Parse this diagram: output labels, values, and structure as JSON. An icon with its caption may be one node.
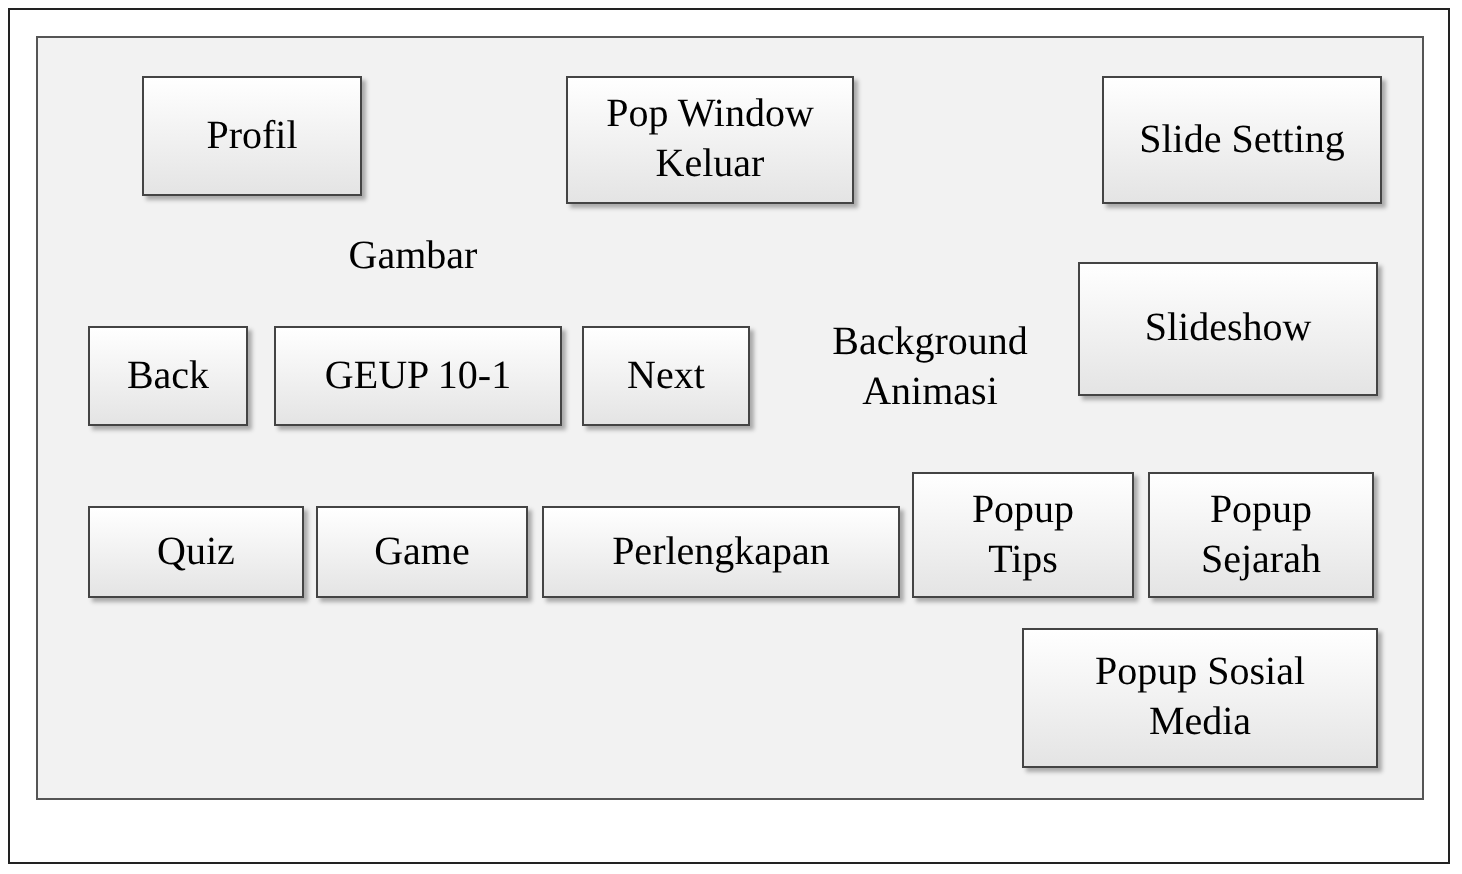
{
  "diagram": {
    "nodes": [
      {
        "text": [],
        "shape": "box"
      },
      {
        "text": [
          "Profil"
        ],
        "in": 0
      },
      {
        "text": [
          "Pop Window Keluar"
        ],
        "in": 0
      },
      {
        "text": [
          "Slide Setting"
        ],
        "in": 0
      },
      {
        "text": [
          "Back"
        ],
        "in": 0
      },
      {
        "text": [
          "GEUP 10-1"
        ],
        "in": 0
      },
      {
        "text": [
          "Next"
        ],
        "in": 0
      },
      {
        "text": [
          "Slideshow"
        ],
        "in": 0
      },
      {
        "text": [
          "Quiz"
        ],
        "in": 0
      },
      {
        "text": [
          "Game"
        ],
        "in": 0
      },
      {
        "text": [
          "Perlengkapan"
        ],
        "in": 0
      },
      {
        "text": [
          "Popup Tips"
        ],
        "in": 0
      },
      {
        "text": [
          "Popup Sejarah"
        ],
        "in": 0
      },
      {
        "text": [
          "Popup Sosial Media"
        ],
        "in": 0
      }
    ],
    "edges": [],
    "labels": [
      "Gambar",
      "Background Animasi"
    ]
  }
}
